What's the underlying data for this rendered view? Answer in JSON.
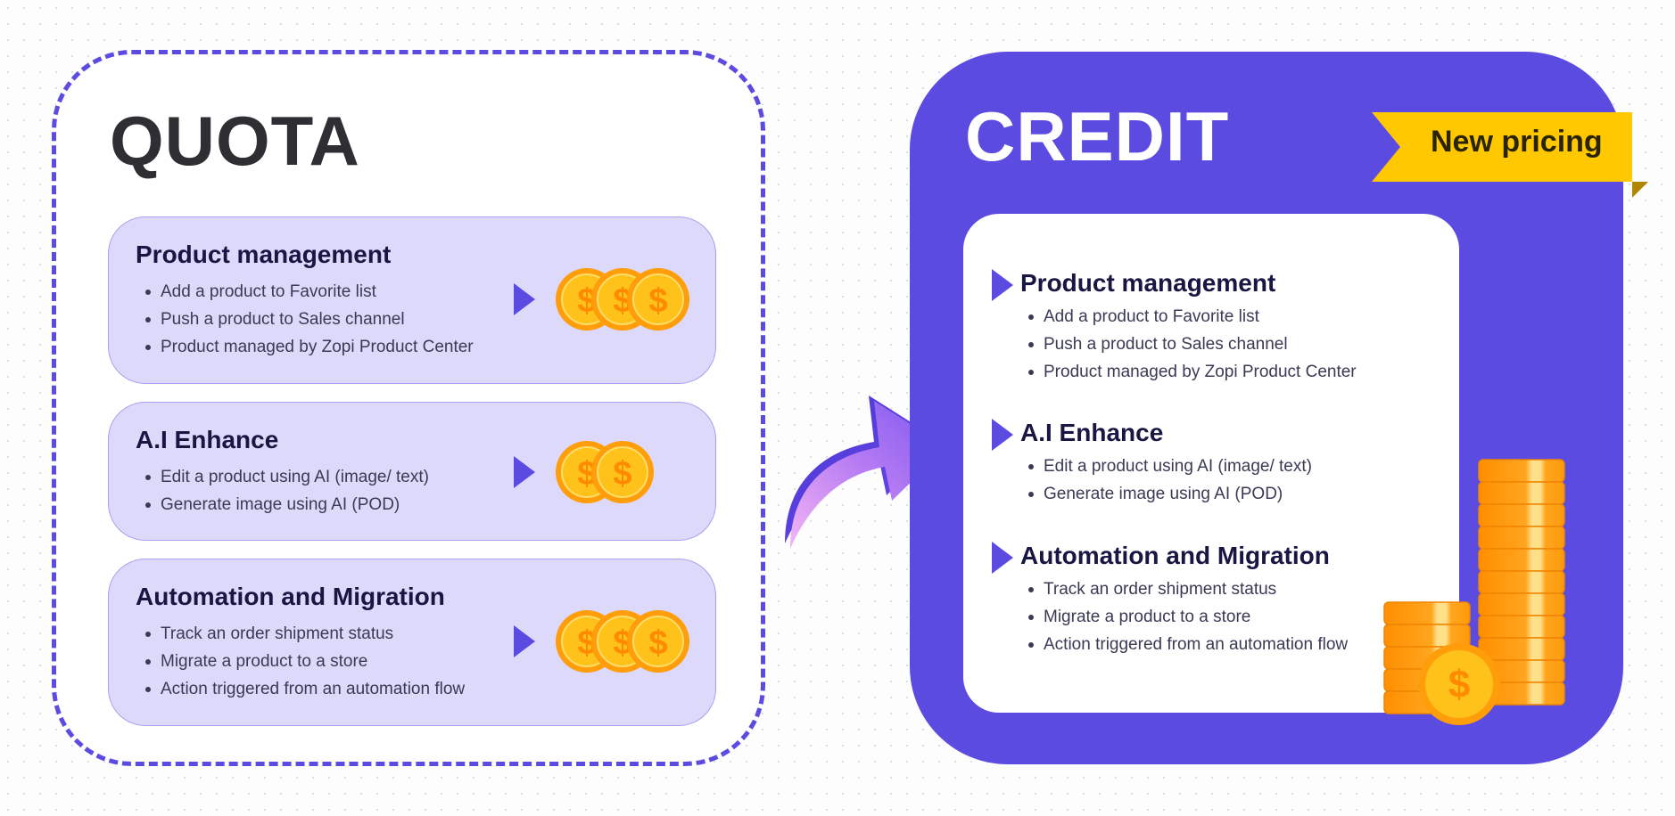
{
  "quota": {
    "title": "QUOTA",
    "cards": [
      {
        "title": "Product management",
        "items": [
          "Add a product to Favorite list",
          "Push a product to Sales channel",
          "Product managed by Zopi Product Center"
        ],
        "coin_count": 3
      },
      {
        "title": "A.I Enhance",
        "items": [
          "Edit a product using AI (image/ text)",
          "Generate image using AI (POD)"
        ],
        "coin_count": 2
      },
      {
        "title": "Automation and Migration",
        "items": [
          "Track an order shipment status",
          "Migrate a product to a store",
          "Action triggered from an automation flow"
        ],
        "coin_count": 3
      }
    ]
  },
  "credit": {
    "title": "CREDIT",
    "badge": "New pricing",
    "sections": [
      {
        "title": "Product management",
        "items": [
          "Add a product to Favorite list",
          "Push a product to Sales channel",
          "Product managed by Zopi Product Center"
        ]
      },
      {
        "title": "A.I Enhance",
        "items": [
          "Edit a product using AI (image/ text)",
          "Generate image using AI (POD)"
        ]
      },
      {
        "title": "Automation and Migration",
        "items": [
          "Track an order shipment status",
          "Migrate a product to a store",
          "Action triggered from an automation flow"
        ]
      }
    ]
  },
  "icons": {
    "coin": "dollar-coin-icon",
    "play": "play-triangle-icon",
    "arrow": "curved-arrow-icon",
    "stack": "coin-stack-icon"
  },
  "colors": {
    "accent": "#5b4be0",
    "card_fill": "#dcd9fb",
    "badge": "#ffc800",
    "coin": "#ffc21a",
    "coin_rim": "#ff9d0a"
  }
}
